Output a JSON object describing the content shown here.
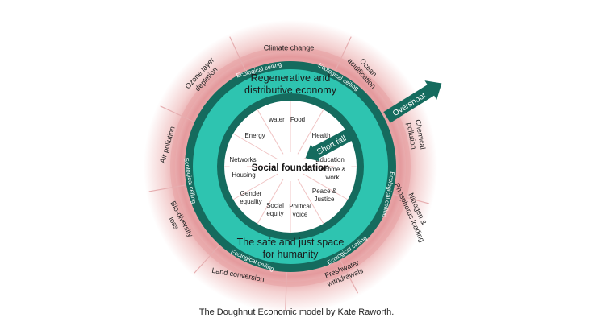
{
  "colors": {
    "dark_green": "#156b5e",
    "teal": "#2ec4b0",
    "pink_glow": "#e4a2a4",
    "pink_light": "#f7dcdc",
    "spoke": "#e9b3b3",
    "text_dark": "#222222",
    "text_white": "#ffffff"
  },
  "outer_labels": [
    {
      "id": "climate",
      "lines": [
        "Climate change"
      ]
    },
    {
      "id": "ocean",
      "lines": [
        "Ocean",
        "acidification"
      ]
    },
    {
      "id": "chemical",
      "lines": [
        "Chemical",
        "pollution"
      ]
    },
    {
      "id": "nitrogen",
      "lines": [
        "Nitrogen &",
        "Phosphorus loading"
      ]
    },
    {
      "id": "freshwater",
      "lines": [
        "Freshwater",
        "withdrawals"
      ]
    },
    {
      "id": "land",
      "lines": [
        "Land conversion"
      ]
    },
    {
      "id": "biodiversity",
      "lines": [
        "Bio-diversity",
        "loss"
      ]
    },
    {
      "id": "air",
      "lines": [
        "Air pollution"
      ]
    },
    {
      "id": "ozone",
      "lines": [
        "Ozone layer",
        "depletion"
      ]
    }
  ],
  "ceiling_label": "Ecological ceiling",
  "top_title_lines": [
    "Regenerative and",
    "distributive economy"
  ],
  "bottom_title_lines": [
    "The safe and just space",
    "for humanity"
  ],
  "center_title": "Social foundation",
  "inner_labels": [
    {
      "id": "water",
      "lines": [
        "water"
      ]
    },
    {
      "id": "food",
      "lines": [
        "Food"
      ]
    },
    {
      "id": "health",
      "lines": [
        "Health"
      ]
    },
    {
      "id": "education",
      "lines": [
        "Education"
      ]
    },
    {
      "id": "income",
      "lines": [
        "Income &",
        "work"
      ]
    },
    {
      "id": "peace",
      "lines": [
        "Peace &",
        "Justice"
      ]
    },
    {
      "id": "political",
      "lines": [
        "Political",
        "voice"
      ]
    },
    {
      "id": "social",
      "lines": [
        "Social",
        "equity"
      ]
    },
    {
      "id": "gender",
      "lines": [
        "Gender",
        "equality"
      ]
    },
    {
      "id": "housing",
      "lines": [
        "Housing"
      ]
    },
    {
      "id": "networks",
      "lines": [
        "Networks"
      ]
    },
    {
      "id": "energy",
      "lines": [
        "Energy"
      ]
    }
  ],
  "overshoot_label": "Overshoot",
  "shortfall_label": "Short fall",
  "caption": "The Doughnut Economic model by Kate Raworth."
}
